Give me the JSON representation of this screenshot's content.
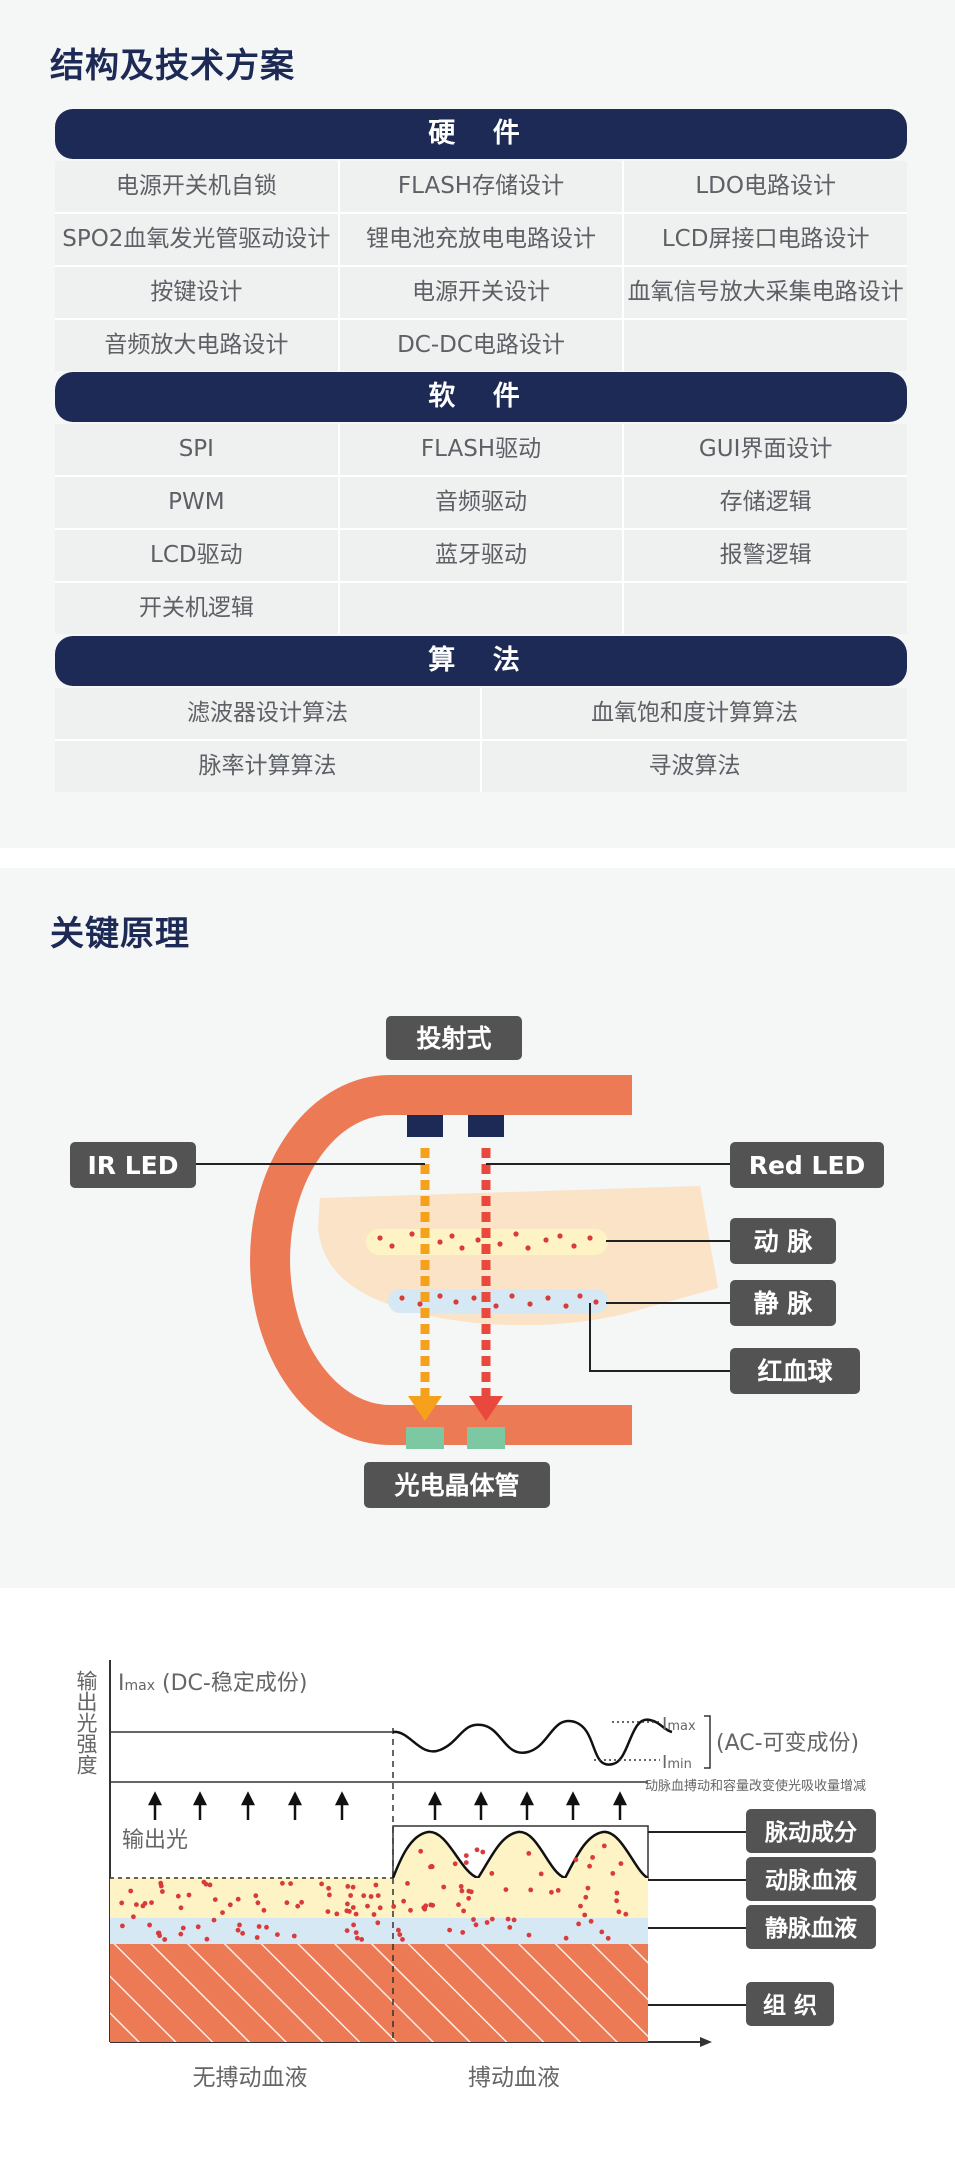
{
  "section1": {
    "title": "结构及技术方案",
    "hardware": {
      "header": "硬 件",
      "cells": [
        "电源开关机自锁",
        "FLASH存储设计",
        "LDO电路设计",
        "SPO2血氧发光管驱动设计",
        "锂电池充放电电路设计",
        "LCD屏接口电路设计",
        "按键设计",
        "电源开关设计",
        "血氧信号放大采集电路设计",
        "音频放大电路设计",
        "DC-DC电路设计",
        ""
      ]
    },
    "software": {
      "header": "软 件",
      "cells": [
        "SPI",
        "FLASH驱动",
        "GUI界面设计",
        "PWM",
        "音频驱动",
        "存储逻辑",
        "LCD驱动",
        "蓝牙驱动",
        "报警逻辑",
        "开关机逻辑",
        "",
        ""
      ]
    },
    "algorithm": {
      "header": "算 法",
      "cells": [
        "滤波器设计算法",
        "血氧饱和度计算算法",
        "脉率计算算法",
        "寻波算法"
      ]
    }
  },
  "section2": {
    "title": "关键原理",
    "labels": {
      "transmission": "投射式",
      "ir_led": "IR LED",
      "red_led": "Red LED",
      "artery": "动 脉",
      "vein": "静 脉",
      "rbc": "红血球",
      "phototransistor": "光电晶体管"
    }
  },
  "section3": {
    "y_axis_label": "输出光强度",
    "imax_prefix": "I",
    "imax_sub": "max",
    "imax_note": "(DC-稳定成份)",
    "ac_max_prefix": "I",
    "ac_max_sub": "max",
    "ac_min_prefix": "I",
    "ac_min_sub": "min",
    "ac_note": "(AC-可变成份)",
    "ac_small_note": "动脉血搏动和容量改变使光吸收量增减",
    "output_light": "输出光",
    "legend": {
      "pulse": "脉动成分",
      "arterial": "动脉血液",
      "venous": "静脉血液",
      "tissue": "组 织"
    },
    "x_left": "无搏动血液",
    "x_right": "搏动血液"
  },
  "colors": {
    "navy": "#1d2a55",
    "orange_tube": "#ec7a55",
    "skin": "#fbe3c7",
    "artery": "#fdf3c4",
    "vein": "#d6e8f3",
    "red": "#d93a3a",
    "ir_arrow": "#f5a11c",
    "red_arrow": "#e8493c",
    "sensor": "#7cc8a2",
    "label_box": "#535353"
  }
}
